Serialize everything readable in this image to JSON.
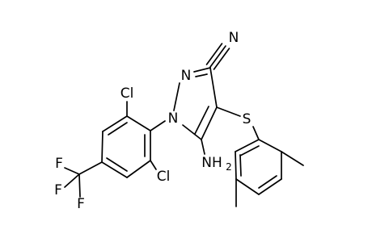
{
  "molecule": {
    "atoms": {
      "nitrile_n": "N",
      "ring_n2": "N",
      "ring_n1": "N",
      "sulfur": "S",
      "amino": "NH",
      "amino_sub": "2",
      "cl_top": "Cl",
      "cl_bottom": "Cl",
      "f_top": "F",
      "f_left": "F",
      "f_bottom": "F"
    }
  }
}
